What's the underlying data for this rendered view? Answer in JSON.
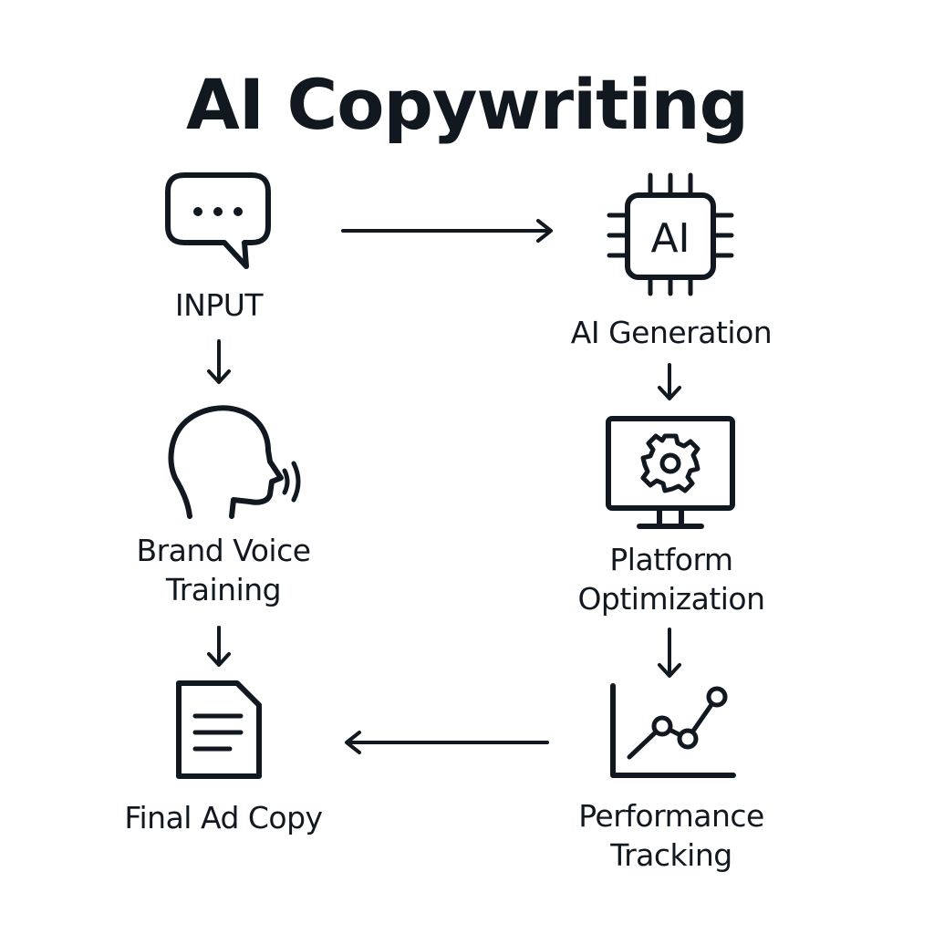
{
  "title": "AI Copywriting",
  "colors": {
    "ink": "#111820",
    "background": "#ffffff"
  },
  "steps": {
    "input": {
      "label": "INPUT",
      "icon": "chat-bubble-icon"
    },
    "ai_generation": {
      "label": "AI Generation",
      "icon": "ai-chip-icon",
      "chip_text": "AI"
    },
    "platform_optimization": {
      "label_line1": "Platform",
      "label_line2": "Optimization",
      "icon": "monitor-gear-icon"
    },
    "performance_tracking": {
      "label_line1": "Performance",
      "label_line2": "Tracking",
      "icon": "line-chart-icon"
    },
    "brand_voice_training": {
      "label_line1": "Brand Voice",
      "label_line2": "Training",
      "icon": "speaking-head-icon"
    },
    "final_ad_copy": {
      "label": "Final Ad Copy",
      "icon": "document-icon"
    }
  },
  "flow": [
    "INPUT → AI Generation",
    "AI Generation → Platform Optimization",
    "Platform Optimization → Performance Tracking",
    "Performance Tracking → Final Ad Copy",
    "INPUT → Brand Voice Training",
    "Brand Voice Training → Final Ad Copy"
  ]
}
